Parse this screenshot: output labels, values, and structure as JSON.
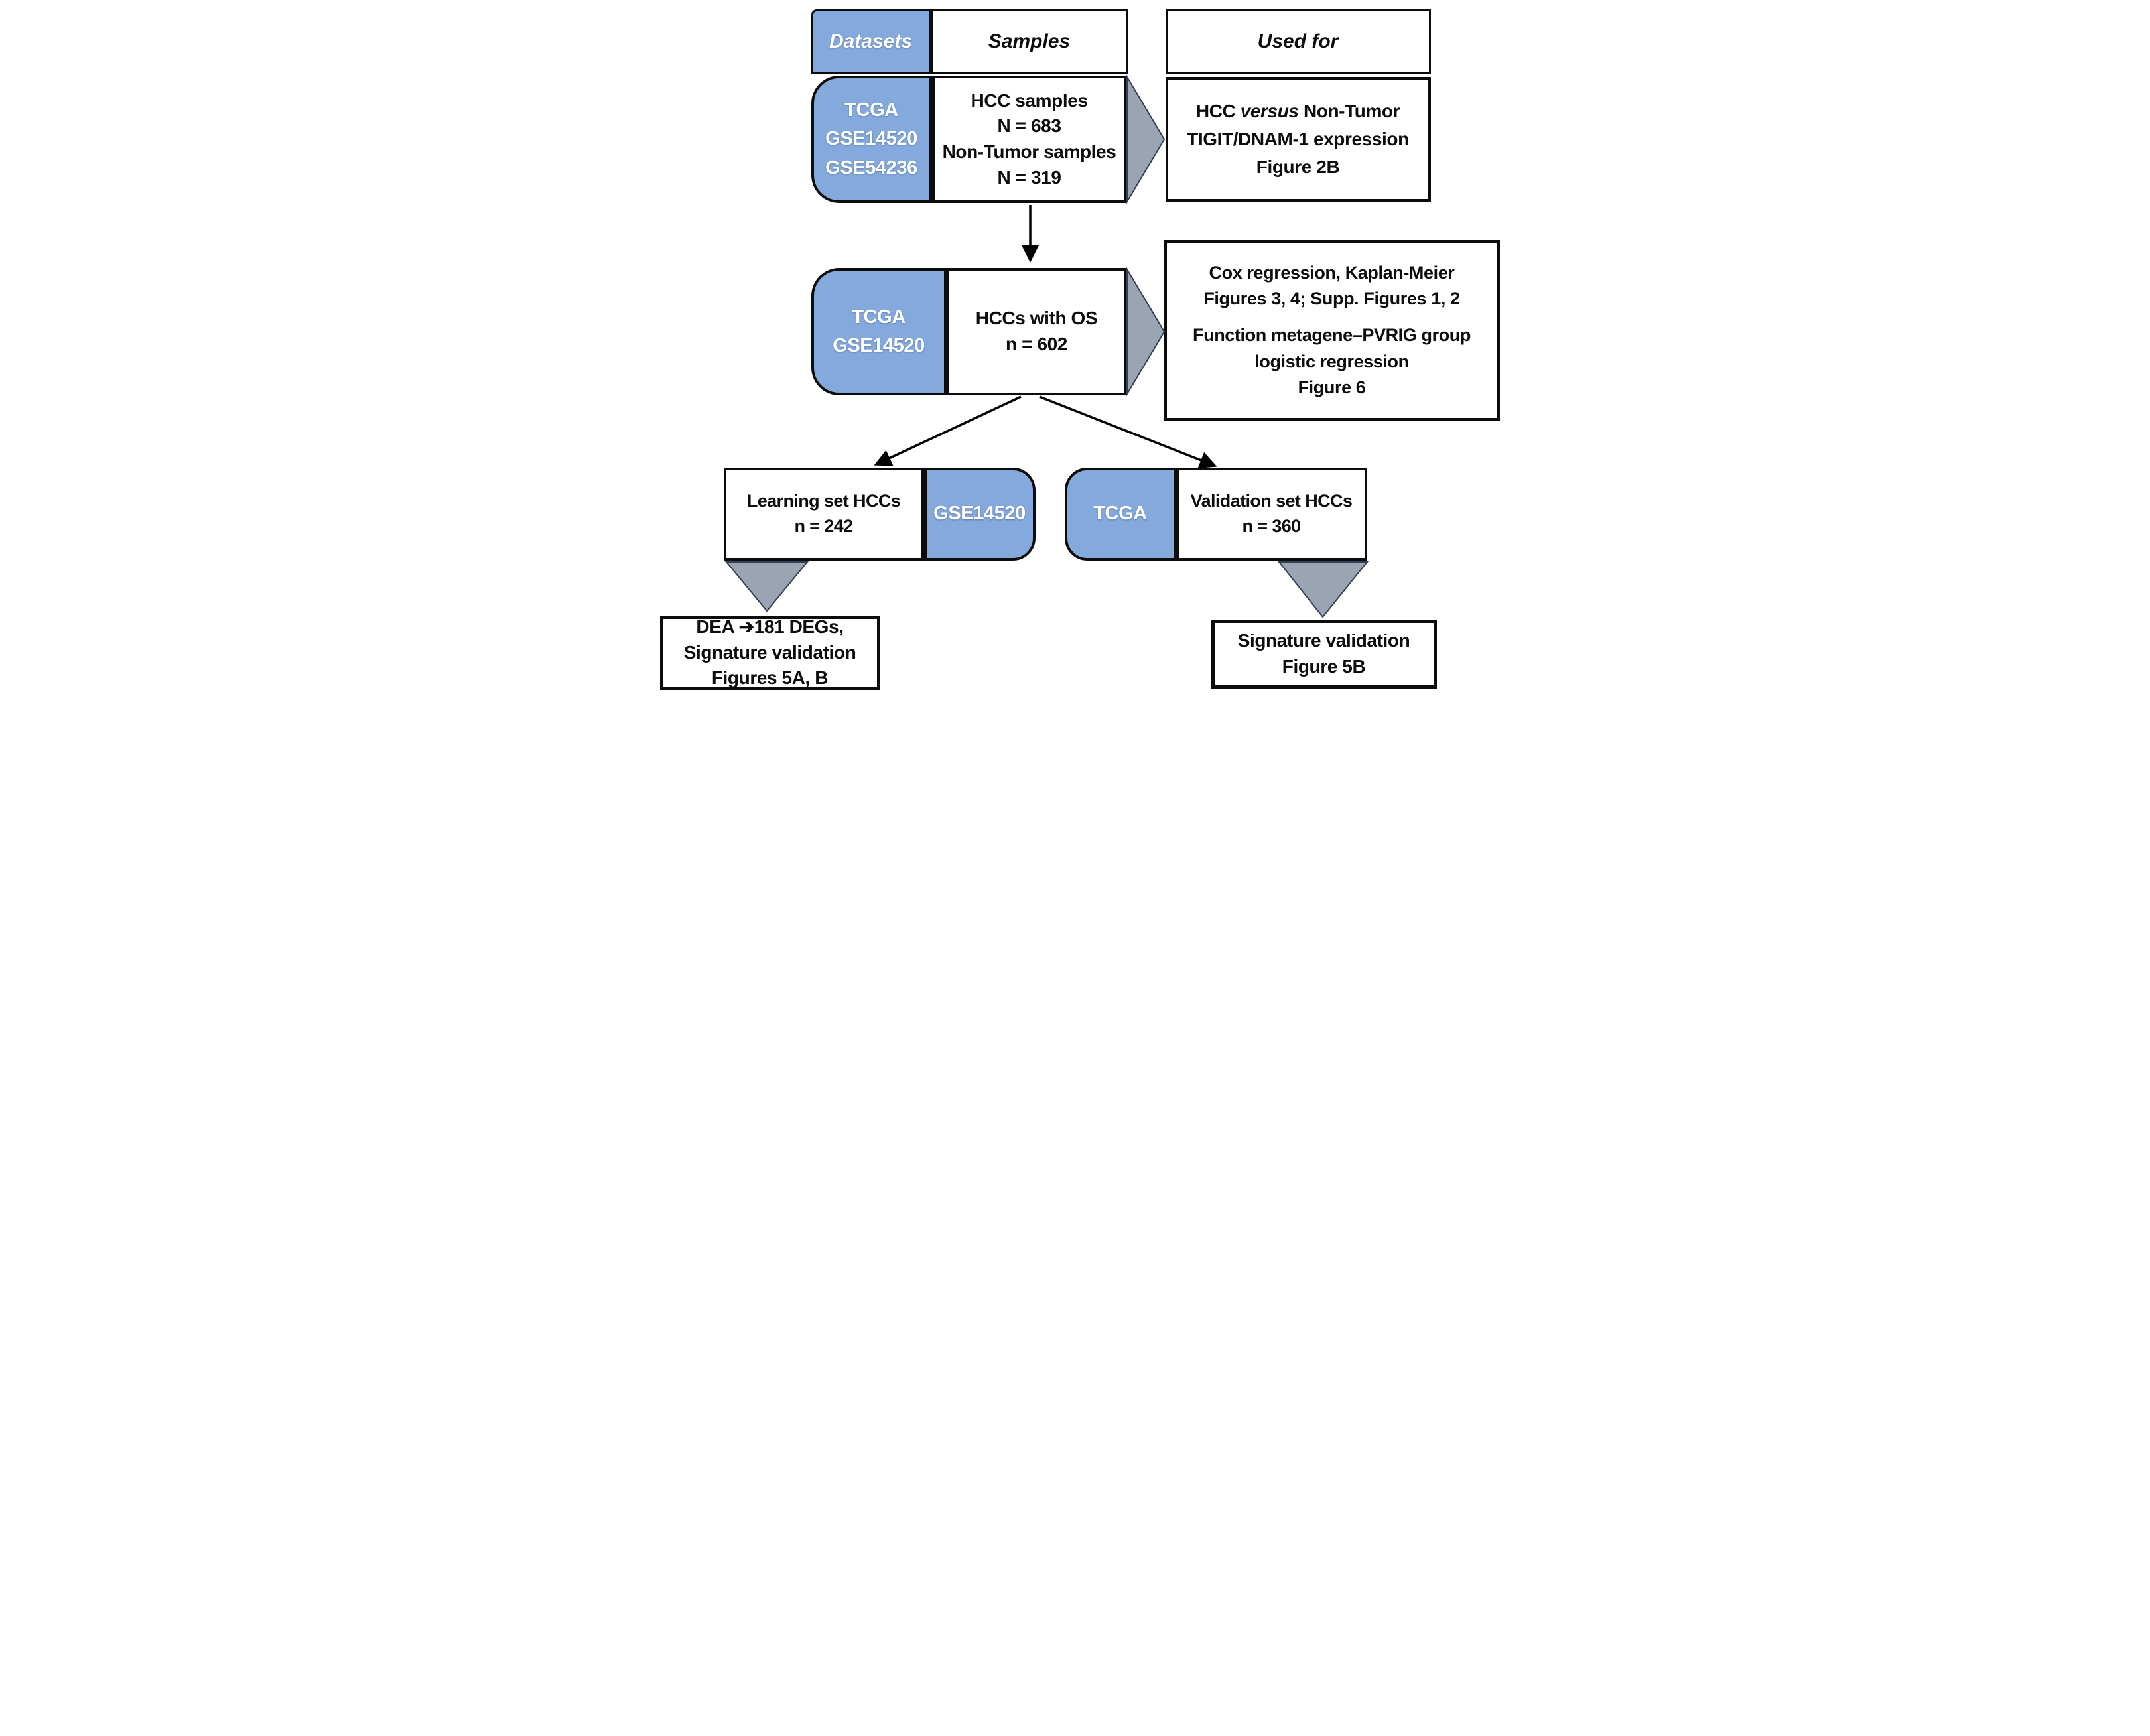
{
  "colors": {
    "blue": "#84A9DC",
    "gray": "#9AA4B3",
    "triangle_stroke": "#323F52",
    "border": "#0C0C0C",
    "arrow": "#000000"
  },
  "header": {
    "datasets": "Datasets",
    "samples": "Samples",
    "used_for": "Used for"
  },
  "row1": {
    "datasets": [
      "TCGA",
      "GSE14520",
      "GSE54236"
    ],
    "samples": [
      "HCC samples",
      "N = 683",
      "Non-Tumor samples",
      "N = 319"
    ],
    "used_for": {
      "line1_pre": "HCC ",
      "line1_italic": "versus",
      "line1_post": " Non-Tumor",
      "line2": "TIGIT/DNAM-1 expression",
      "line3": "Figure 2B"
    }
  },
  "row2": {
    "datasets": [
      "TCGA",
      "GSE14520"
    ],
    "samples": [
      "HCCs with OS",
      "n = 602"
    ],
    "used_for_block1": [
      "Cox regression, Kaplan-Meier",
      "Figures 3, 4; Supp. Figures 1, 2"
    ],
    "used_for_block2": [
      "Function metagene–PVRIG group",
      "logistic regression",
      "Figure 6"
    ]
  },
  "row3": {
    "learning": [
      "Learning set HCCs",
      "n = 242"
    ],
    "learning_dataset": "GSE14520",
    "validation_dataset": "TCGA",
    "validation": [
      "Validation set HCCs",
      "n = 360"
    ]
  },
  "outcomes": {
    "learning": [
      "DEA ➔181 DEGs,",
      "Signature validation",
      "Figures 5A, B"
    ],
    "validation": [
      "Signature validation",
      "Figure 5B"
    ]
  }
}
